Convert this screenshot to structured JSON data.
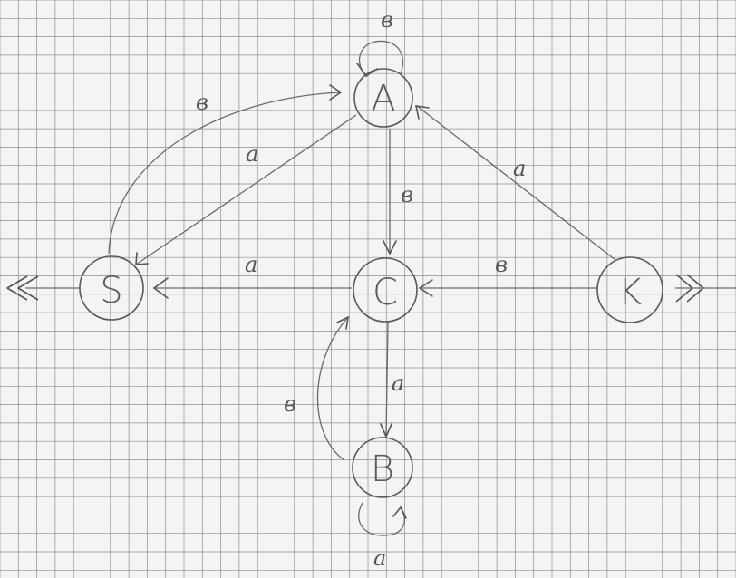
{
  "diagram": {
    "nodes": {
      "A": {
        "label": "A"
      },
      "S": {
        "label": "S"
      },
      "C": {
        "label": "C"
      },
      "K": {
        "label": "K"
      },
      "B": {
        "label": "B"
      }
    },
    "edges": {
      "a_loop": {
        "from": "A",
        "to": "A",
        "label": "в"
      },
      "s_to_a": {
        "from": "S",
        "to": "A",
        "label": "в"
      },
      "a_to_s": {
        "from": "A",
        "to": "S",
        "label": "a"
      },
      "a_to_c": {
        "from": "A",
        "to": "C",
        "label": "в"
      },
      "k_to_a": {
        "from": "K",
        "to": "A",
        "label": "a"
      },
      "c_to_s": {
        "from": "C",
        "to": "S",
        "label": "a"
      },
      "k_to_c": {
        "from": "K",
        "to": "C",
        "label": "в"
      },
      "c_to_b": {
        "from": "C",
        "to": "B",
        "label": "a"
      },
      "b_to_c": {
        "from": "B",
        "to": "C",
        "label": "в"
      },
      "b_loop": {
        "from": "B",
        "to": "B",
        "label": "a"
      }
    },
    "start_state": "K",
    "final_state": "S",
    "colors": {
      "ink": "#555555",
      "grid": "#8c8c8c",
      "paper": "#f4f4f2"
    }
  }
}
